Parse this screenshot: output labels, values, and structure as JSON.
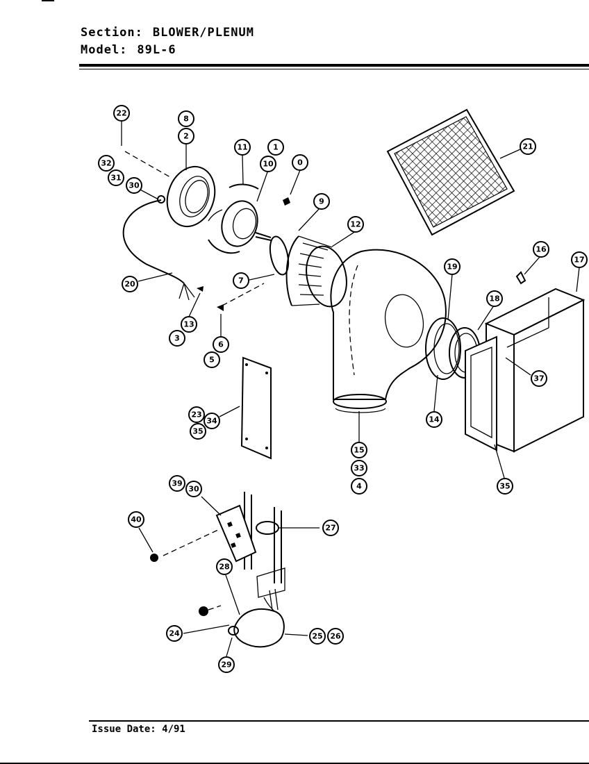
{
  "header": {
    "section_label": "Section:",
    "section_value": "BLOWER/PLENUM",
    "model_label": "Model:",
    "model_value": "89L-6"
  },
  "footer": {
    "issue_date": "Issue Date: 4/91"
  },
  "callouts": {
    "c22": "22",
    "c8a": "8",
    "c2": "2",
    "c32": "32",
    "c31": "31",
    "c30a": "30",
    "c11": "11",
    "c1": "1",
    "c10": "10",
    "c0": "0",
    "c9": "9",
    "c12": "12",
    "c21": "21",
    "c20": "20",
    "c7": "7",
    "c13": "13",
    "c3": "3",
    "c6": "6",
    "c5": "5",
    "c16": "16",
    "c17": "17",
    "c19": "19",
    "c18": "18",
    "c37": "37",
    "c23": "23",
    "c34": "34",
    "c35a": "35",
    "c15": "15",
    "c33": "33",
    "c4": "4",
    "c14": "14",
    "c35b": "35",
    "c39": "39",
    "c30b": "30",
    "c40": "40",
    "c27": "27",
    "c28a": "28",
    "c24": "24",
    "c25": "25",
    "c26": "26",
    "c29": "29"
  }
}
